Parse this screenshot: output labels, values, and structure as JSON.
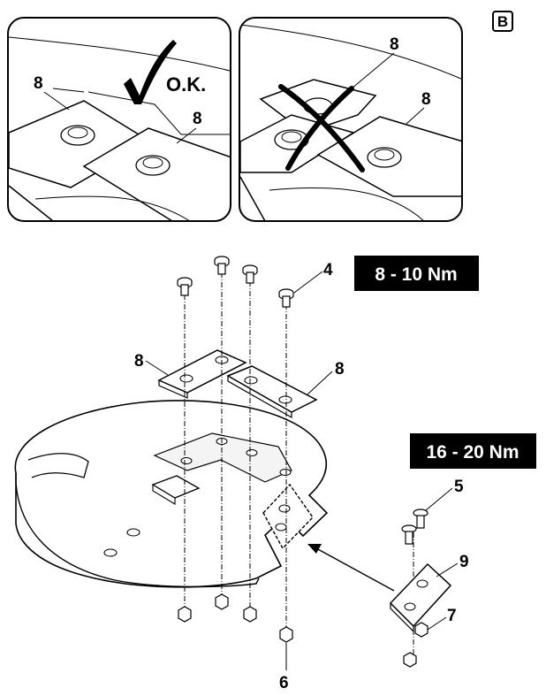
{
  "panel_letter": "B",
  "ok_label": "O.K.",
  "torques": {
    "upper": "8 - 10 Nm",
    "lower": "16 - 20 Nm"
  },
  "callouts": {
    "plate_ok_left": "8",
    "plate_ok_right": "8",
    "plate_wrong_top": "8",
    "plate_wrong_right": "8",
    "screw": "4",
    "plate_left": "8",
    "plate_right": "8",
    "blade_screw": "5",
    "blade": "9",
    "blade_nut": "7",
    "nut": "6"
  }
}
